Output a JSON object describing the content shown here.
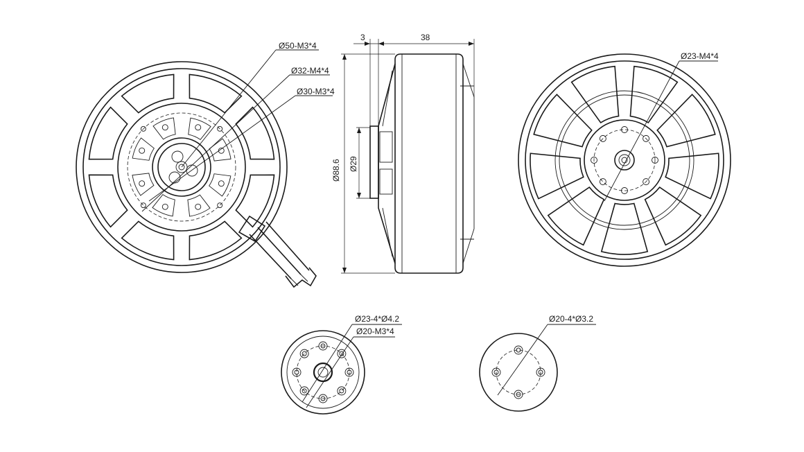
{
  "labels": {
    "front_d50": "Ø50-M3*4",
    "front_d32": "Ø32-M4*4",
    "front_d30": "Ø30-M3*4",
    "side_top_3": "3",
    "side_top_38": "38",
    "side_d886": "Ø88.6",
    "side_d29": "Ø29",
    "rear_d23": "Ø23-M4*4",
    "small1_a": "Ø23-4*Ø4.2",
    "small1_b": "Ø20-M3*4",
    "small2_a": "Ø20-4*Ø3.2"
  },
  "colors": {
    "line": "#1a1a1a",
    "background": "#ffffff"
  }
}
